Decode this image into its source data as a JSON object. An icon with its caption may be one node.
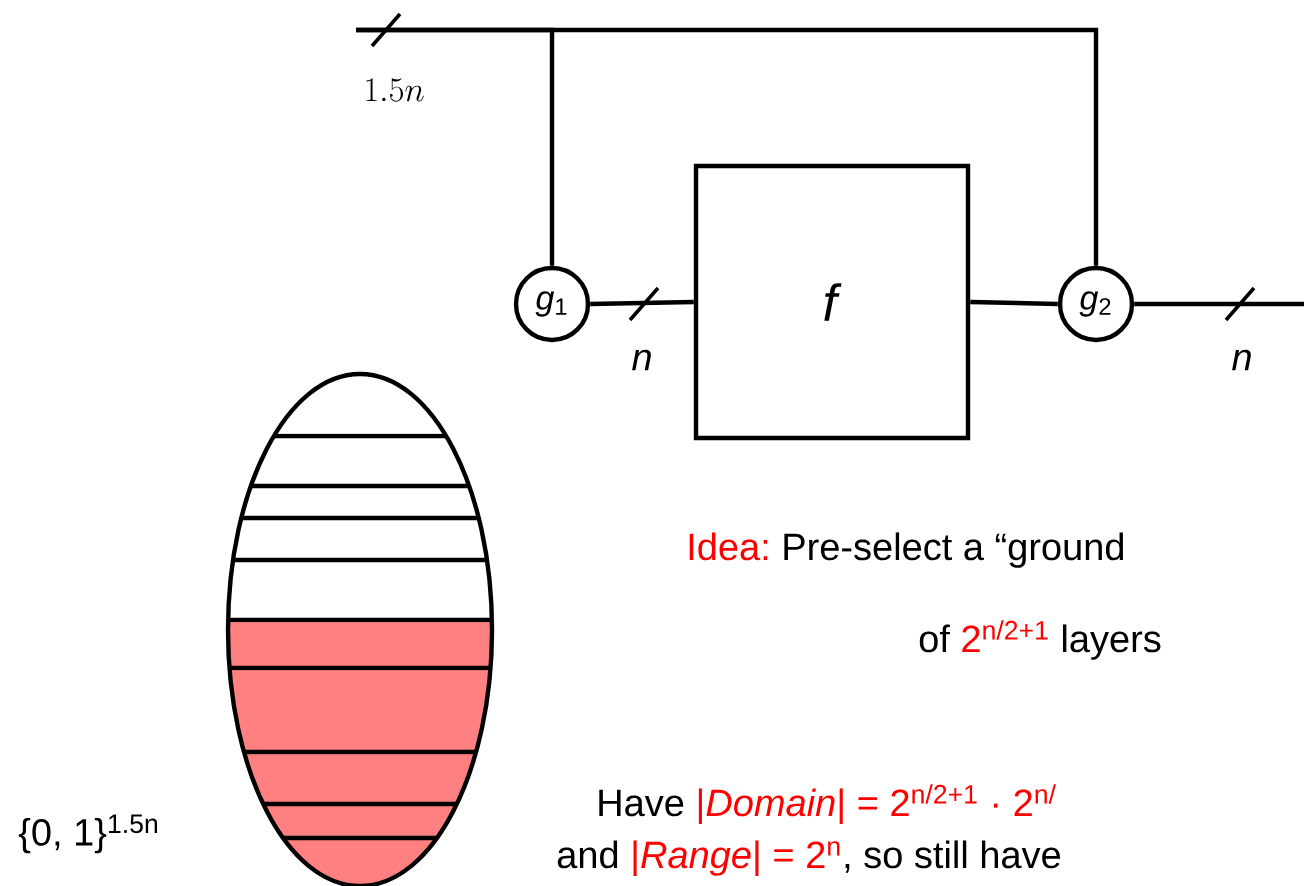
{
  "diagram": {
    "nodes": [
      {
        "text": [
          "*g*$_{1}$"
        ]
      },
      {
        "text": [
          "*f*"
        ]
      },
      {
        "text": [
          "*g*$_{2}$"
        ]
      }
    ],
    "edges": [
      {
        "from": null,
        "to": 0,
        "arrow": "none"
      },
      {
        "from": null,
        "to": 2,
        "arrow": "none"
      },
      {
        "from": 0,
        "to": 1,
        "arrow": "none"
      },
      {
        "from": 1,
        "to": 2,
        "arrow": "none"
      },
      {
        "from": 2,
        "to": null,
        "arrow": "none"
      }
    ],
    "labels": [
      "1.5n",
      "*n*",
      "*n*",
      "Idea:",
      "Pre-select a “ground",
      "of",
      "2$^{n/2+1}$",
      "layers",
      "{0, 1}$^{1.5n}$",
      "Have",
      "|*Domain*| = 2$^{n/2+1}$ · 2$^{n/}$",
      "and",
      "|*Range*| = 2$^{n}$",
      ", so still have"
    ]
  }
}
